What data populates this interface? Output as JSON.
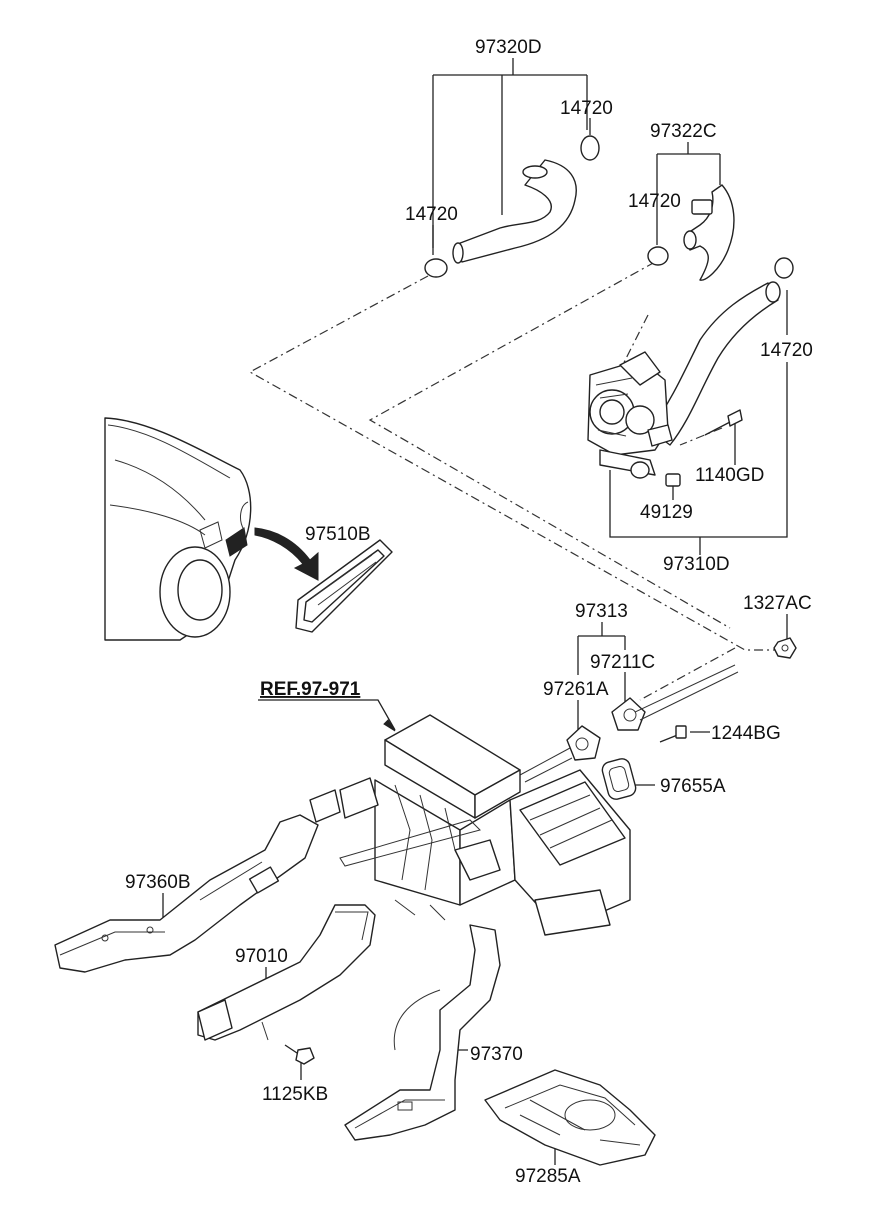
{
  "labels": {
    "hose_assy_upper": "97320D",
    "clamp_1": "14720",
    "clamp_2": "14720",
    "hose_assy_mid": "97322C",
    "clamp_3": "14720",
    "clamp_4": "14720",
    "bolt_1140": "1140GD",
    "fitting_49129": "49129",
    "valve_assy": "97310D",
    "filter": "97510B",
    "grommet_set": "97313",
    "plate_97211": "97211C",
    "seal_97261": "97261A",
    "nut_1327": "1327AC",
    "bolt_1244": "1244BG",
    "seal_97655": "97655A",
    "ref": "REF.97-971",
    "duct_rear_left": "97360B",
    "duct_center": "97010",
    "screw_1125": "1125KB",
    "duct_rear_right": "97370",
    "cover_97285": "97285A"
  }
}
